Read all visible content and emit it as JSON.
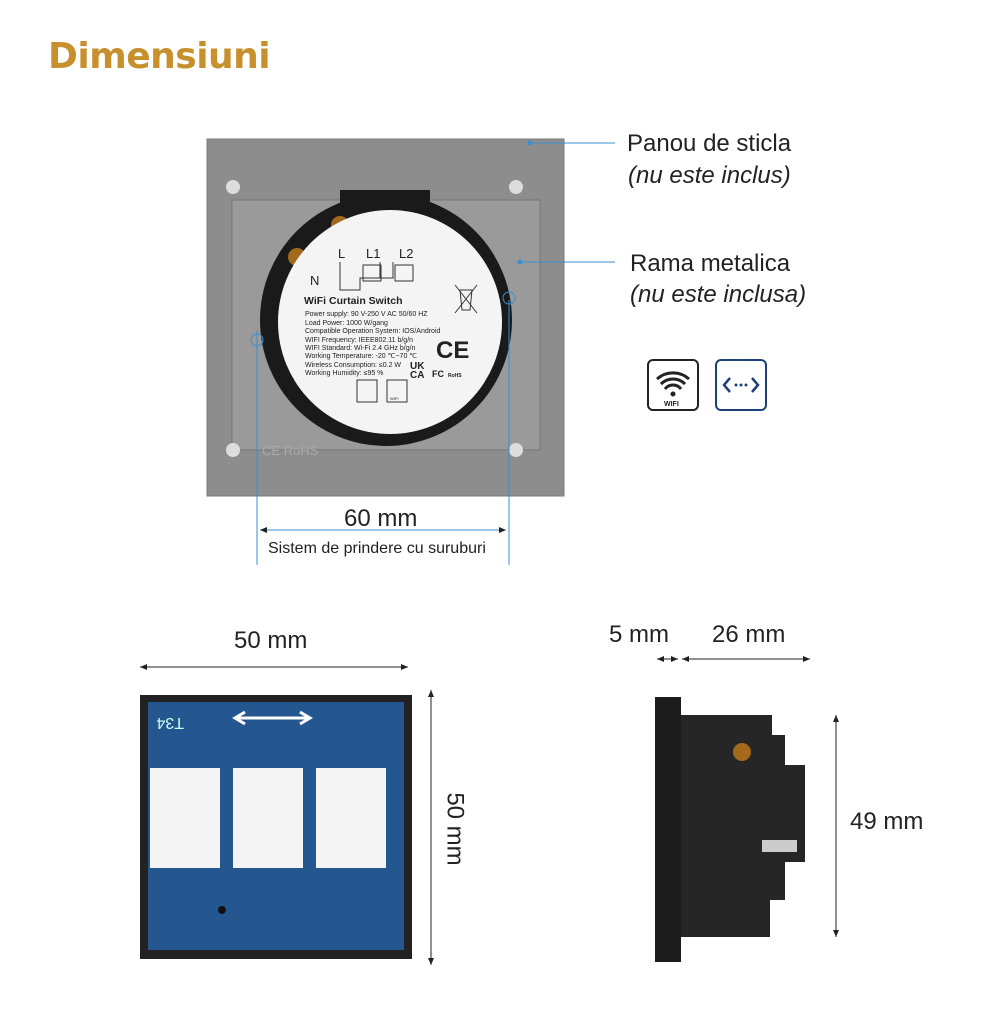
{
  "title": "Dimensiuni",
  "callouts": {
    "glass_panel": {
      "label": "Panou de sticla",
      "note": "(nu este inclus)"
    },
    "metal_frame": {
      "label": "Rama metalica",
      "note": "(nu este inclusa)"
    }
  },
  "icons": [
    "wifi-icon",
    "curtain-arrows-icon"
  ],
  "icon_labels": {
    "wifi": "WIFI"
  },
  "device_label": {
    "terminals": [
      "L",
      "L1",
      "L2",
      "N"
    ],
    "name": "WiFi Curtain Switch",
    "specs": [
      "Power supply: 90 V-250 V AC  50/60 HZ",
      "Load Power: 1000 W/gang",
      "Compatible Operation System: IOS/Android",
      "WIFI Frequency: IEEE802.11 b/g/n",
      "WIFI Standard: Wi-Fi 2.4 GHz b/g/n",
      "Working Temperature: -20 ℃~70 ℃",
      "Wireless Consumption: ≤0.2 W",
      "Working Humidity: ≤95 %"
    ],
    "marks": [
      "CE",
      "UK",
      "CA",
      "FC",
      "RoHS",
      "WIFI"
    ]
  },
  "plate_marks": "CE RoHS",
  "pcb_marks": "T34",
  "dimensions": {
    "mount_width": "60 mm",
    "mount_caption": "Sistem de prindere cu suruburi",
    "front_width": "50 mm",
    "front_height": "50 mm",
    "side_front": "5 mm",
    "side_depth": "26 mm",
    "side_height": "49 mm"
  },
  "colors": {
    "title": "#c8902c",
    "leader": "#3a8fd0",
    "plate": "#8e8e8e",
    "pcb": "#1f4f86",
    "accent_icon": "#1f3f7a"
  }
}
